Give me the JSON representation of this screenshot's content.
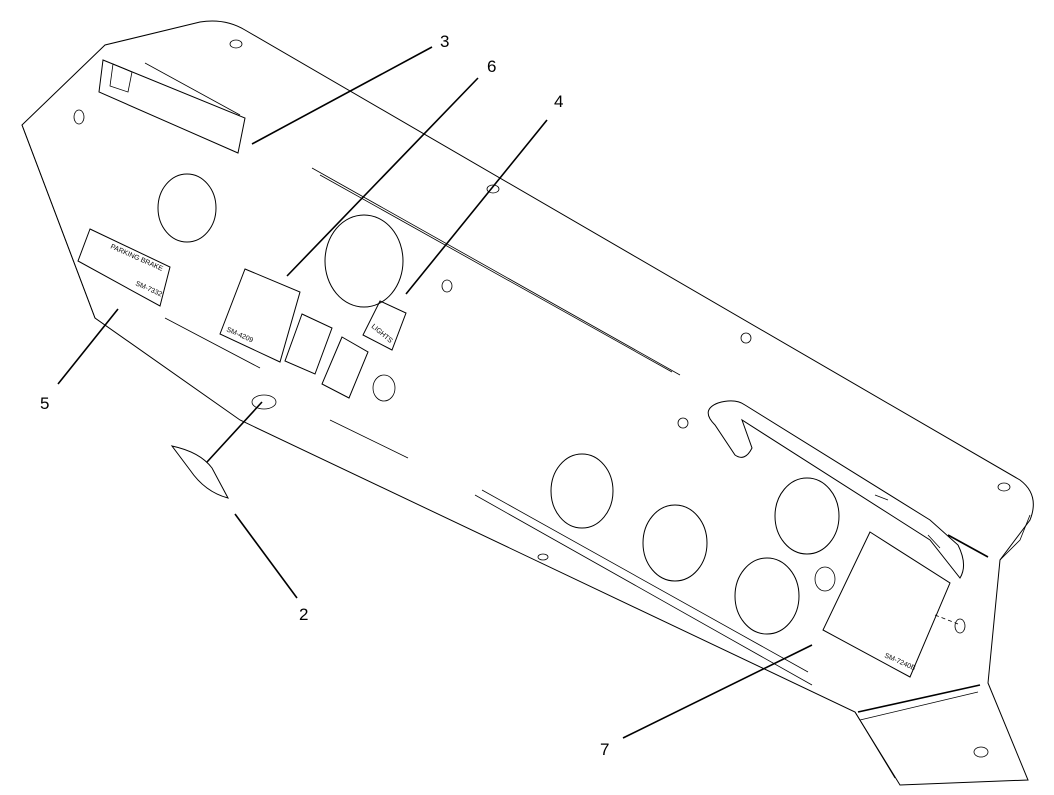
{
  "diagram": {
    "callouts": [
      {
        "id": "2",
        "label": "2"
      },
      {
        "id": "3",
        "label": "3"
      },
      {
        "id": "4",
        "label": "4"
      },
      {
        "id": "5",
        "label": "5"
      },
      {
        "id": "6",
        "label": "6"
      },
      {
        "id": "7",
        "label": "7"
      }
    ],
    "plate_labels": {
      "parking_brake_title": "PARKING BRAKE",
      "parking_brake_code": "SM-7332",
      "lights_switch": "LIGHTS",
      "gauge_plate_code": "SM-4209",
      "instrument_plate_code": "SM-7240B"
    }
  }
}
